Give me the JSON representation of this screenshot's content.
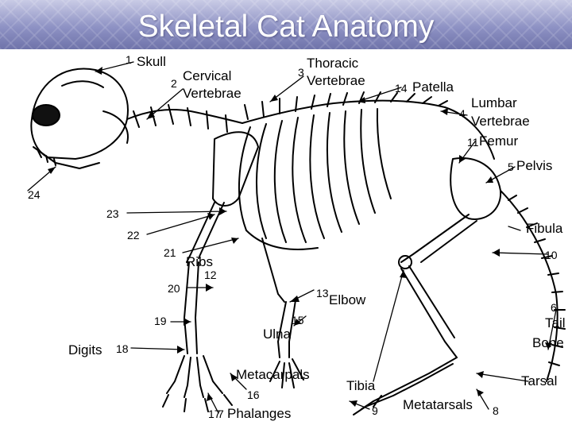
{
  "title": "Skeletal Cat Anatomy",
  "labels": {
    "skull": "Skull",
    "cervical1": "Cervical",
    "cervical2": "Vertebrae",
    "thoracic1": "Thoracic",
    "thoracic2": "Vertebrae",
    "patella": "Patella",
    "lumbar1": "Lumbar",
    "lumbar2": "Vertebrae",
    "femur": "Femur",
    "pelvis": "Pelvis",
    "fibula": "Fibula",
    "ribs": "Ribs",
    "elbow": "Elbow",
    "tail1": "Tail",
    "tail2": "Bone",
    "ulna": "Ulna",
    "digits": "Digits",
    "metacarpals": "Metacarpals",
    "tibia": "Tibia",
    "tarsal": "Tarsal",
    "metatarsals": "Metatarsals",
    "phalanges": "Phalanges"
  },
  "numbers": {
    "n1": "1",
    "n2": "2",
    "n3": "3",
    "n4": "4",
    "n5": "5",
    "n6": "6",
    "n7": "7",
    "n8": "8",
    "n9": "9",
    "n10": "10",
    "n11": "11",
    "n12": "12",
    "n13": "13",
    "n14": "14",
    "n15": "15",
    "n16": "16",
    "n17": "17",
    "n18": "18",
    "n19": "19",
    "n20": "20",
    "n21": "21",
    "n22": "22",
    "n23": "23",
    "n24": "24"
  }
}
